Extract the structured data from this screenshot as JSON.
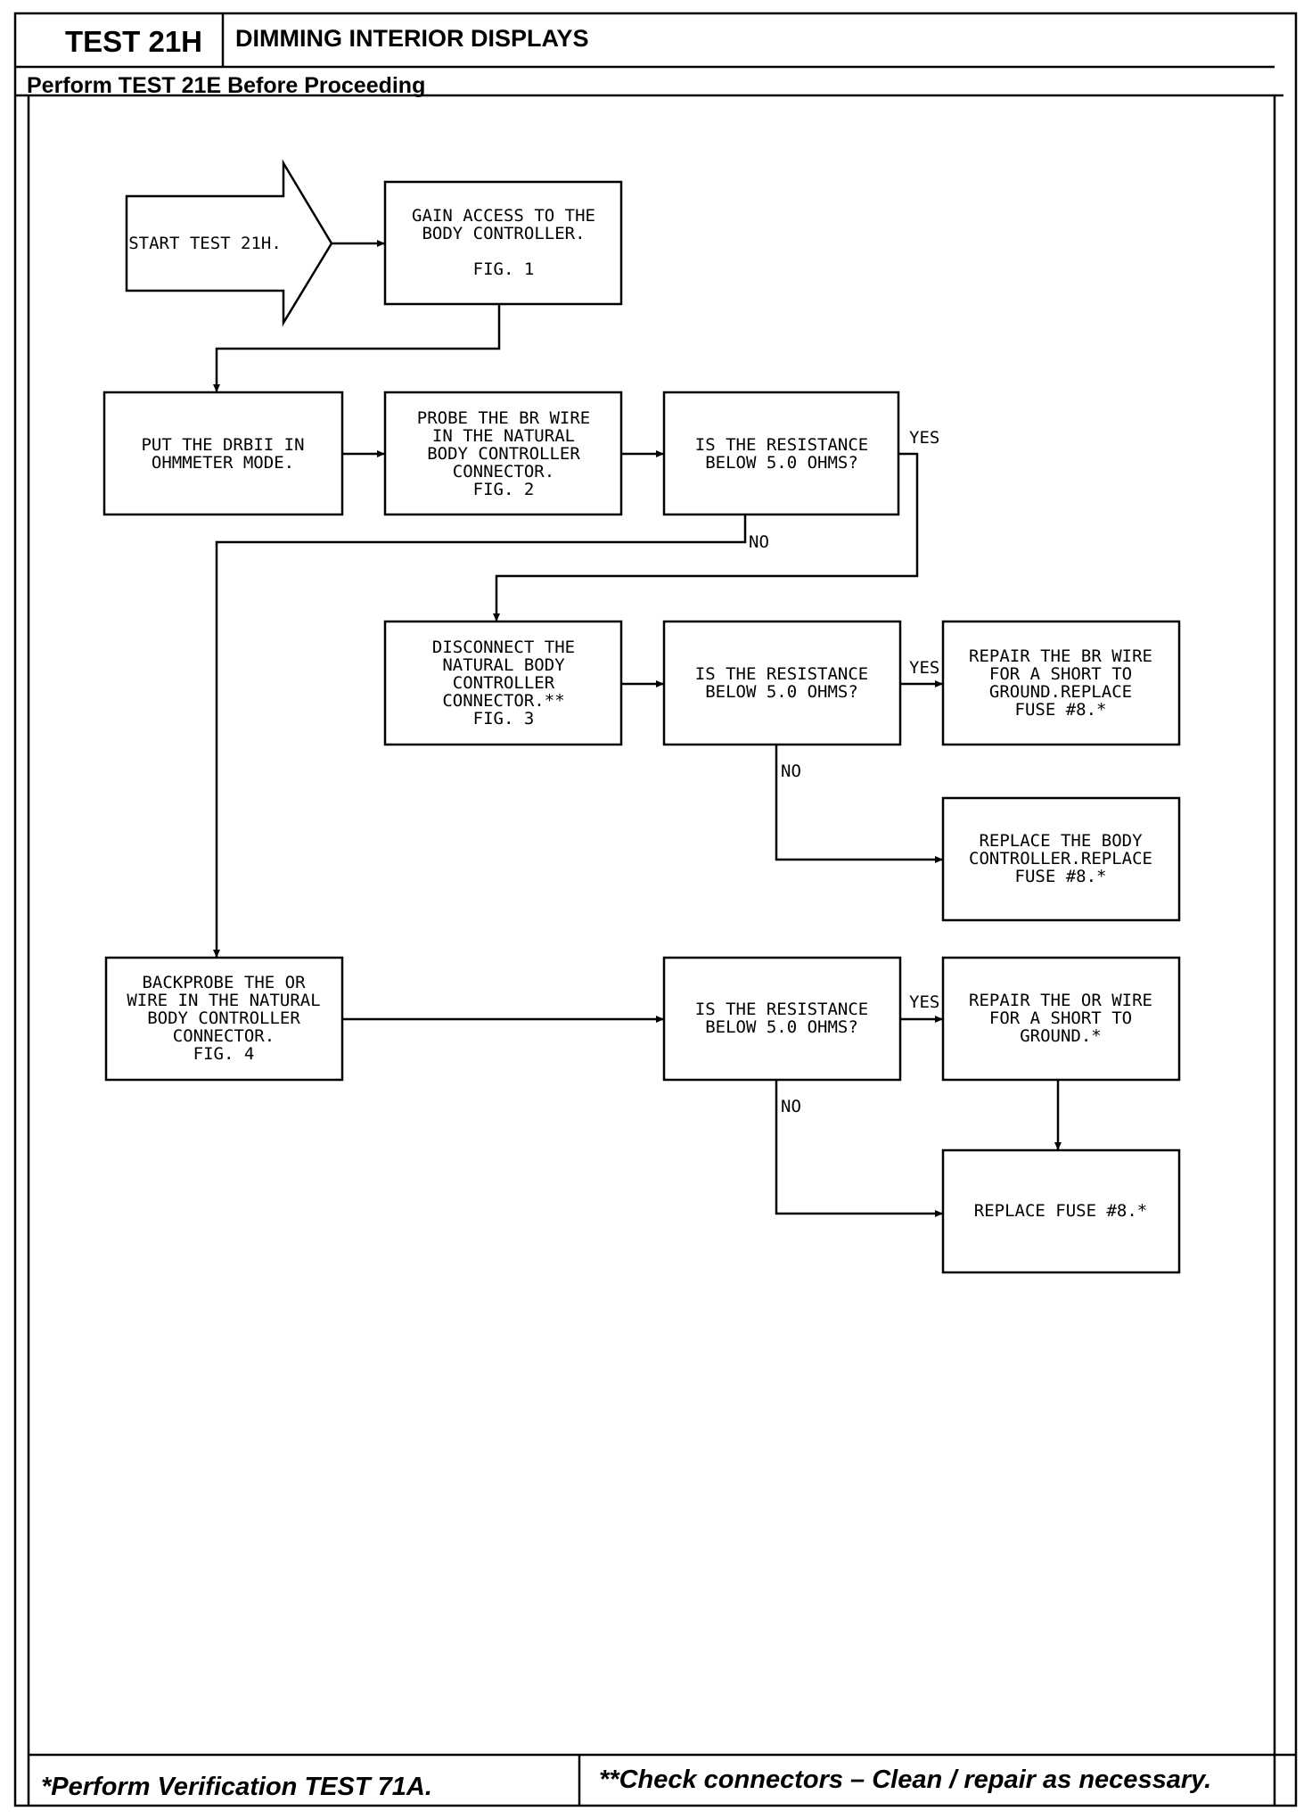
{
  "header": {
    "test_id": "TEST 21H",
    "title": "DIMMING INTERIOR DISPLAYS",
    "prerequisite": "Perform TEST 21E Before Proceeding"
  },
  "flowchart": {
    "start": {
      "lines": [
        "START TEST 21H."
      ]
    },
    "gain_access": {
      "lines": [
        "GAIN ACCESS TO THE",
        "BODY CONTROLLER.",
        "",
        "FIG. 1"
      ]
    },
    "ohmmeter": {
      "lines": [
        "PUT THE DRBII IN",
        "OHMMETER MODE."
      ]
    },
    "probe_br": {
      "lines": [
        "PROBE THE BR WIRE",
        "IN THE NATURAL",
        "BODY CONTROLLER",
        "CONNECTOR.",
        "FIG. 2"
      ]
    },
    "decision_1": {
      "lines": [
        "IS THE RESISTANCE",
        "BELOW 5.0 OHMS?"
      ]
    },
    "disconnect": {
      "lines": [
        "DISCONNECT THE",
        "NATURAL BODY",
        "CONTROLLER",
        "CONNECTOR.**",
        "FIG. 3"
      ]
    },
    "decision_2": {
      "lines": [
        "IS THE RESISTANCE",
        "BELOW 5.0 OHMS?"
      ]
    },
    "repair_br": {
      "lines": [
        "REPAIR THE BR WIRE",
        "FOR A SHORT TO",
        "GROUND.REPLACE",
        "FUSE #8.*"
      ]
    },
    "replace_bc": {
      "lines": [
        "REPLACE THE BODY",
        "CONTROLLER.REPLACE",
        "FUSE #8.*"
      ]
    },
    "backprobe": {
      "lines": [
        "BACKPROBE THE OR",
        "WIRE IN THE NATURAL",
        "BODY CONTROLLER",
        "CONNECTOR.",
        "FIG. 4"
      ]
    },
    "decision_3": {
      "lines": [
        "IS THE RESISTANCE",
        "BELOW 5.0 OHMS?"
      ]
    },
    "repair_or": {
      "lines": [
        "REPAIR THE OR WIRE",
        "FOR A SHORT TO",
        "GROUND.*"
      ]
    },
    "replace_fuse": {
      "lines": [
        "REPLACE FUSE #8.*"
      ]
    },
    "labels": {
      "d1_yes": "YES",
      "d1_no": "NO",
      "d2_yes": "YES",
      "d2_no": "NO",
      "d3_yes": "YES",
      "d3_no": "NO"
    }
  },
  "footer": {
    "left": "*Perform Verification TEST 71A.",
    "right": "**Check connectors – Clean / repair as necessary."
  }
}
